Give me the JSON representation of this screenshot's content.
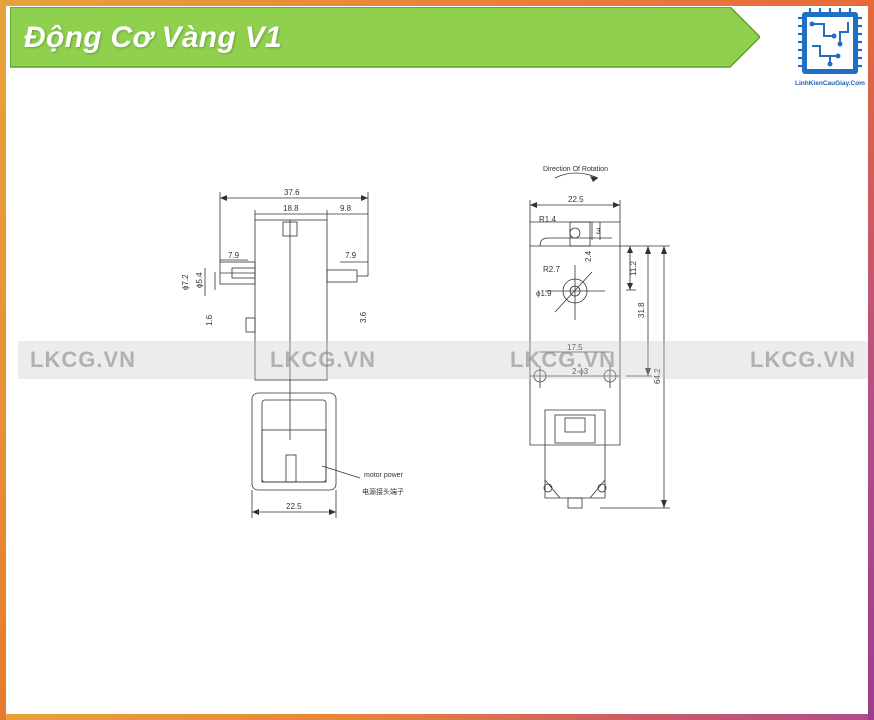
{
  "banner": {
    "title": "Động Cơ Vàng V1"
  },
  "logo": {
    "caption": "LinhKienCauGiay.Com"
  },
  "watermarks": [
    "LKCG.VN",
    "LKCG.VN",
    "LKCG.VN",
    "LKCG.VN"
  ],
  "side_view": {
    "dims": {
      "overall_width": "37.6",
      "half_width": "18.8",
      "right_offset": "9.8",
      "left_shaft_len": "7.9",
      "right_shaft_len": "7.9",
      "shaft_dia_outer": "ϕ7.2",
      "shaft_dia_inner": "ϕ5.4",
      "left_small": "1.6",
      "right_small": "3.6",
      "bottom_width": "22.5"
    },
    "notes": {
      "motor_power_en": "motor power",
      "motor_power_zh": "电源接头端子"
    }
  },
  "front_view": {
    "direction_label": "Direction Of Rotation",
    "dims": {
      "top_width": "22.5",
      "r_top": "R1.4",
      "top_hole": "3",
      "top_gap": "2.4",
      "right_upper": "11.2",
      "r_center": "R2.7",
      "center_dia": "ϕ1.9",
      "right_mid": "31.8",
      "hole_spacing": "17.5",
      "hole_dia": "2-ϕ3",
      "overall_height": "64.2"
    }
  },
  "colors": {
    "banner_green": "#8fd14f",
    "banner_border": "#5aa02c",
    "logo_blue": "#1f6fc5",
    "frame_orange": "#e8923a"
  }
}
